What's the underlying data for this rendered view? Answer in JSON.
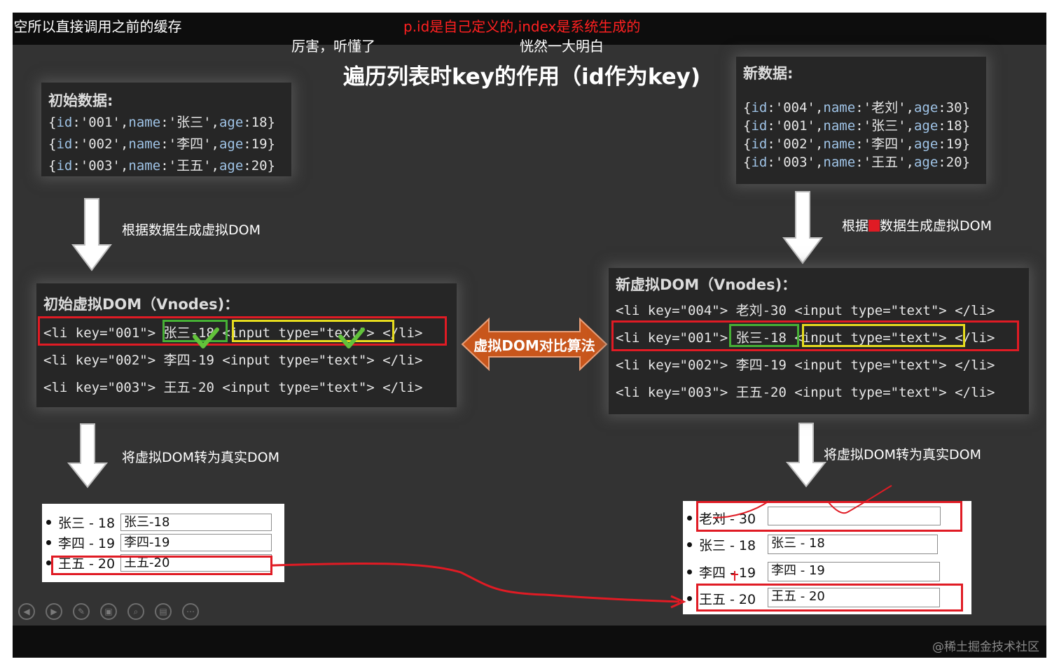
{
  "danmaku": [
    {
      "text": "j空所以直接调用之前的缓存",
      "color": "#ffffff"
    },
    {
      "text": "p.id是自己定义的,index是系统生成的",
      "color": "#ff2020"
    },
    {
      "text": "厉害，听懂了",
      "color": "#ffffff"
    },
    {
      "text": "恍然一大明白",
      "color": "#ffffff"
    }
  ],
  "slide": {
    "title": "遍历列表时key的作用（id作为key)",
    "initial_data": {
      "title": "初始数据:",
      "rows": [
        {
          "pre": "{",
          "id_key": "id",
          "mid1": ":'001',",
          "name_key": "name",
          "mid2": ":'张三',",
          "age_key": "age",
          "tail": ":18}"
        },
        {
          "pre": "{",
          "id_key": "id",
          "mid1": ":'002',",
          "name_key": "name",
          "mid2": ":'李四',",
          "age_key": "age",
          "tail": ":19}"
        },
        {
          "pre": "{",
          "id_key": "id",
          "mid1": ":'003',",
          "name_key": "name",
          "mid2": ":'王五',",
          "age_key": "age",
          "tail": ":20}"
        }
      ]
    },
    "new_data": {
      "title": "新数据:",
      "rows": [
        {
          "pre": "{",
          "id_key": "id",
          "mid1": ":'004',",
          "name_key": "name",
          "mid2": ":'老刘',",
          "age_key": "age",
          "tail": ":30}"
        },
        {
          "pre": "{",
          "id_key": "id",
          "mid1": ":'001',",
          "name_key": "name",
          "mid2": ":'张三',",
          "age_key": "age",
          "tail": ":18}"
        },
        {
          "pre": "{",
          "id_key": "id",
          "mid1": ":'002',",
          "name_key": "name",
          "mid2": ":'李四',",
          "age_key": "age",
          "tail": ":19}"
        },
        {
          "pre": "{",
          "id_key": "id",
          "mid1": ":'003',",
          "name_key": "name",
          "mid2": ":'王五',",
          "age_key": "age",
          "tail": ":20}"
        }
      ]
    },
    "arrow_left_1": "根据数据生成虚拟DOM",
    "arrow_right_1": {
      "pre": "根据",
      "post": "数据生成虚拟DOM"
    },
    "arrow_left_2": "将虚拟DOM转为真实DOM",
    "arrow_right_2": "将虚拟DOM转为真实DOM",
    "compare_label": "虚拟DOM对比算法",
    "initial_vdom": {
      "title": "初始虚拟DOM（Vnodes)：",
      "rows": [
        {
          "open": "<li key=\"001\">",
          "label": "张三-18",
          "input": "<input type=\"text\">",
          "close": "</li>"
        },
        {
          "open": "<li key=\"002\">",
          "label": "李四-19",
          "input": "<input type=\"text\">",
          "close": "</li>"
        },
        {
          "open": "<li key=\"003\">",
          "label": "王五-20",
          "input": "<input type=\"text\">",
          "close": "</li>"
        }
      ]
    },
    "new_vdom": {
      "title": "新虚拟DOM（Vnodes)：",
      "rows": [
        {
          "open": "<li key=\"004\">",
          "label": "老刘-30",
          "input": "<input type=\"text\">",
          "close": "</li>"
        },
        {
          "open": "<li key=\"001\">",
          "label": "张三-18",
          "input": "<input type=\"text\">",
          "close": "</li>"
        },
        {
          "open": "<li key=\"002\">",
          "label": "李四-19",
          "input": "<input type=\"text\">",
          "close": "</li>"
        },
        {
          "open": "<li key=\"003\">",
          "label": "王五-20",
          "input": "<input type=\"text\">",
          "close": "</li>"
        }
      ]
    },
    "initial_real_dom": [
      {
        "label": "张三 - 18",
        "value": "张三-18"
      },
      {
        "label": "李四 - 19",
        "value": "李四-19"
      },
      {
        "label": "王五 - 20",
        "value": "王五-20"
      }
    ],
    "new_real_dom": [
      {
        "label": "老刘 - 30",
        "value": ""
      },
      {
        "label": "张三 - 18",
        "value": "张三 - 18"
      },
      {
        "label": "李四 - 19",
        "value": "李四 - 19"
      },
      {
        "label": "王五 - 20",
        "value": "王五 - 20"
      }
    ]
  },
  "controls": [
    "prev-icon",
    "next-icon",
    "pen-icon",
    "slides-icon",
    "zoom-icon",
    "subtitle-icon",
    "more-icon"
  ],
  "watermark": "@稀土掘金技术社区",
  "colors": {
    "highlight_red": "#e01b24",
    "highlight_green": "#46b035",
    "highlight_yellow": "#e6dc1e",
    "compare_arrow": "#c8561c"
  }
}
